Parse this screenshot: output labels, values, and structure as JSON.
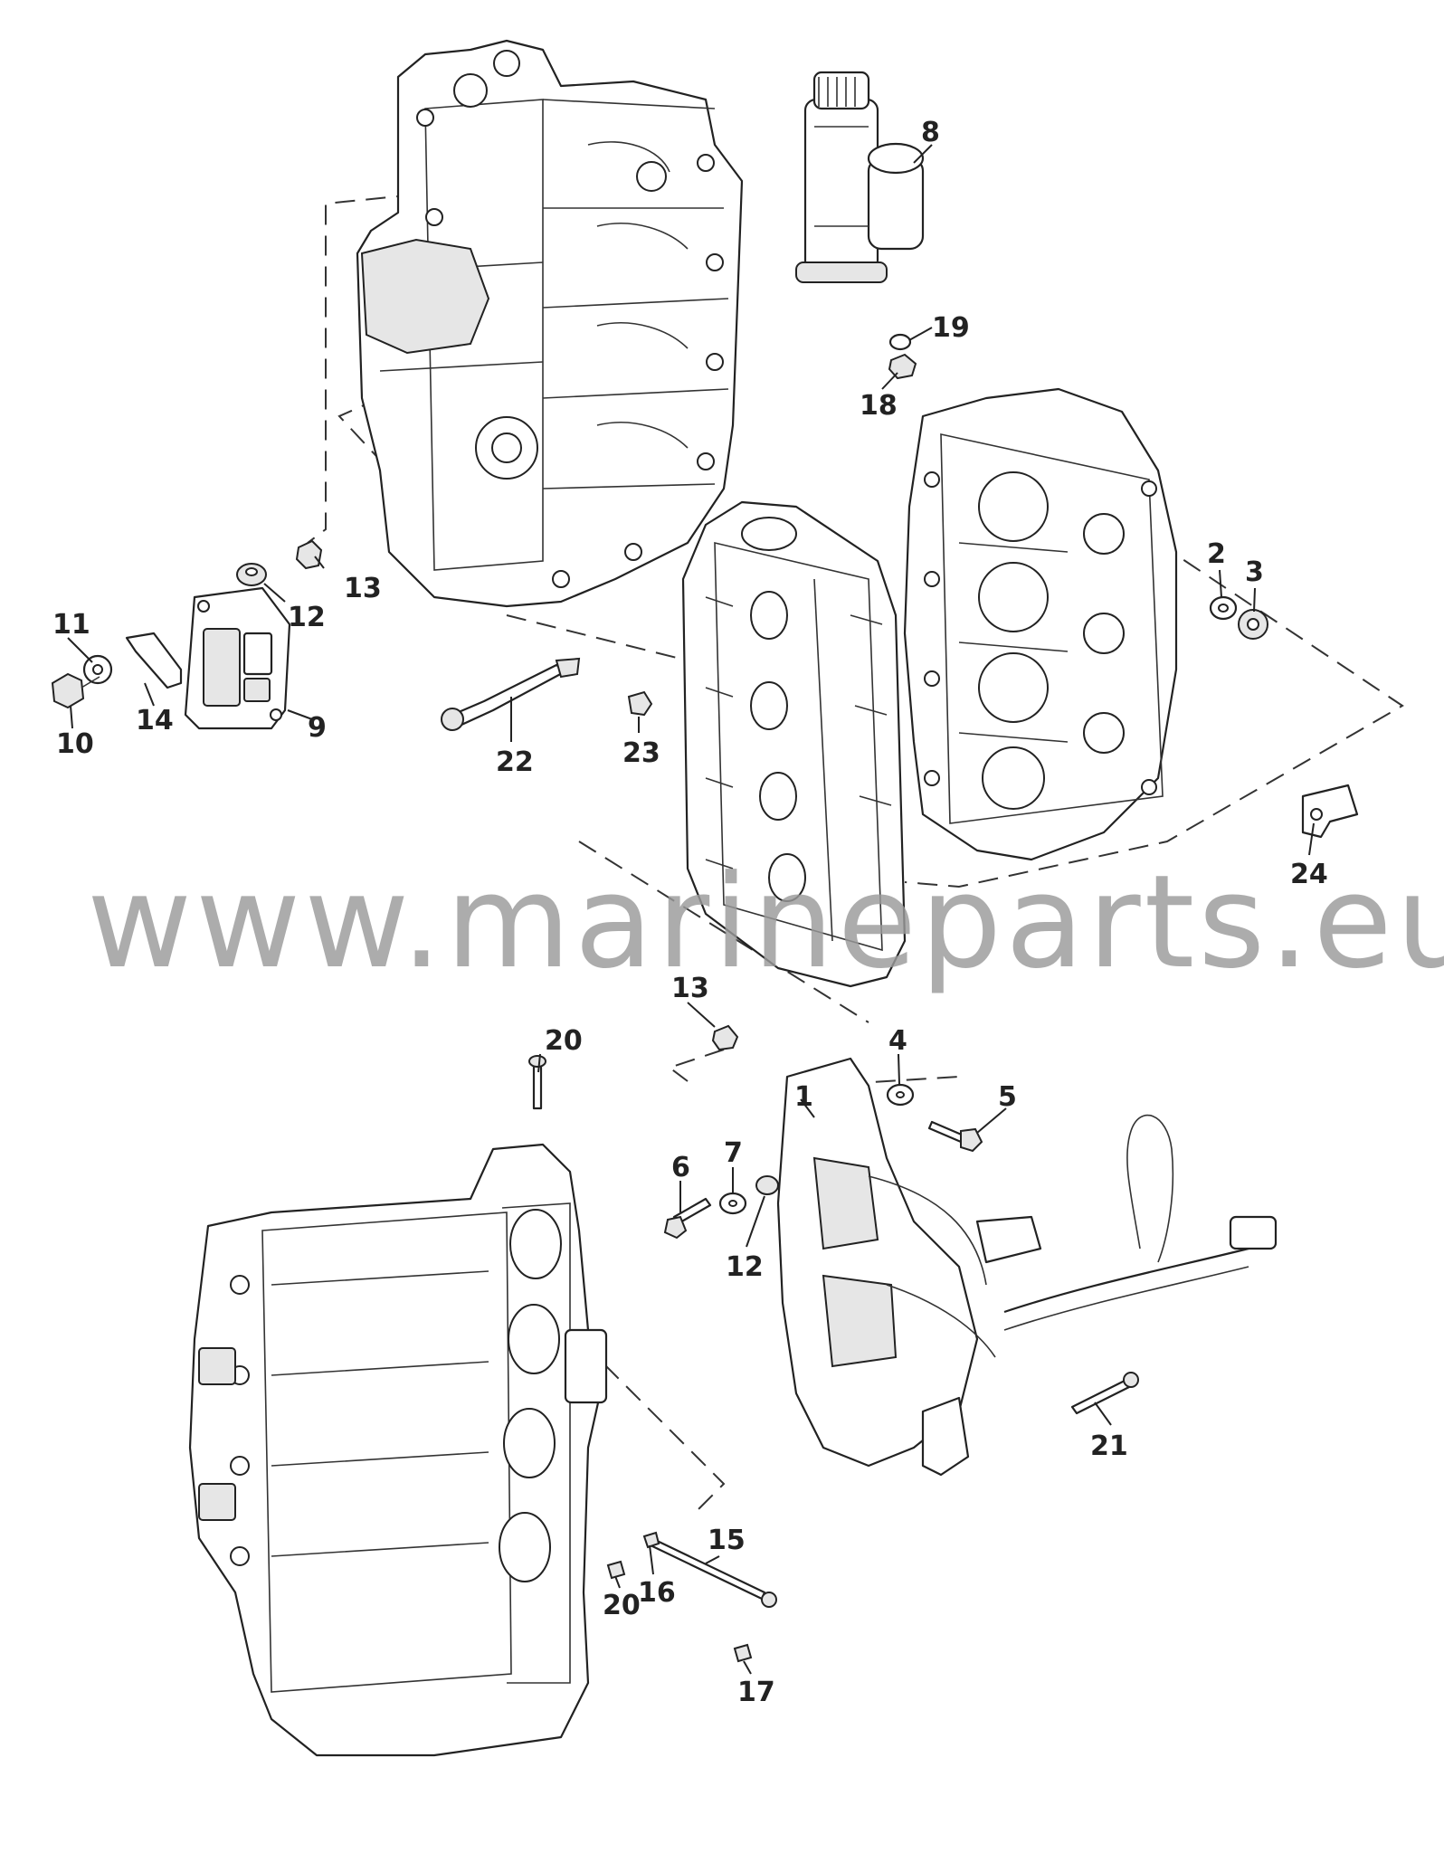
{
  "watermark": "www.marineparts.eu",
  "callouts": {
    "c1": "1",
    "c2": "2",
    "c3": "3",
    "c4": "4",
    "c5": "5",
    "c6": "6",
    "c7": "7",
    "c8": "8",
    "c9": "9",
    "c10": "10",
    "c11": "11",
    "c12a": "12",
    "c12b": "12",
    "c13a": "13",
    "c13b": "13",
    "c14": "14",
    "c15": "15",
    "c16": "16",
    "c17": "17",
    "c18": "18",
    "c19": "19",
    "c20a": "20",
    "c20b": "20",
    "c21": "21",
    "c22": "22",
    "c23": "23",
    "c24": "24"
  },
  "colors": {
    "line": "#222222",
    "watermark": "#9a9a9a",
    "background": "#ffffff"
  }
}
